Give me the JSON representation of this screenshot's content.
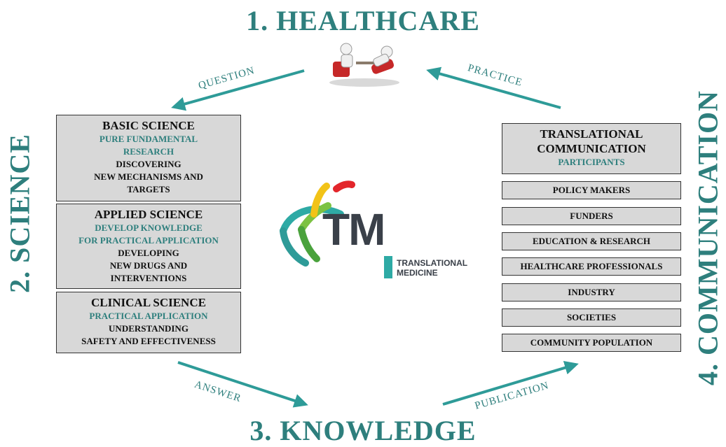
{
  "titles": {
    "healthcare": "1. HEALTHCARE",
    "science": "2. SCIENCE",
    "knowledge": "3. KNOWLEDGE",
    "communication": "4. COMMUNICATION"
  },
  "arrows": {
    "question": "QUESTION",
    "practice": "PRACTICE",
    "answer": "ANSWER",
    "publication": "PUBLICATION"
  },
  "science_boxes": {
    "basic": {
      "title": "BASIC SCIENCE",
      "subtitle_1": "PURE FUNDAMENTAL",
      "subtitle_2": "RESEARCH",
      "line_1": "DISCOVERING",
      "line_2": "NEW MECHANISMS AND",
      "line_3": "TARGETS"
    },
    "applied": {
      "title": "APPLIED SCIENCE",
      "subtitle_1": "DEVELOP KNOWLEDGE",
      "subtitle_2": "FOR PRACTICAL APPLICATION",
      "line_1": "DEVELOPING",
      "line_2": "NEW DRUGS AND",
      "line_3": "INTERVENTIONS"
    },
    "clinical": {
      "title": "CLINICAL SCIENCE",
      "subtitle_1": "PRACTICAL APPLICATION",
      "line_1": "UNDERSTANDING",
      "line_2": "SAFETY AND EFFECTIVENESS"
    }
  },
  "communication": {
    "title_1": "TRANSLATIONAL",
    "title_2": "COMMUNICATION",
    "subtitle": "PARTICIPANTS",
    "participants": [
      "POLICY MAKERS",
      "FUNDERS",
      "EDUCATION & RESEARCH",
      "HEALTHCARE PROFESSIONALS",
      "INDUSTRY",
      "SOCIETIES",
      "COMMUNITY POPULATION"
    ]
  },
  "logo": {
    "mark": "TM",
    "sub_1": "TRANSLATIONAL",
    "sub_2": "MEDICINE"
  },
  "colors": {
    "accent": "#2e7f7d",
    "box_fill": "#d8d8d8",
    "logo_dark": "#3a4049"
  }
}
